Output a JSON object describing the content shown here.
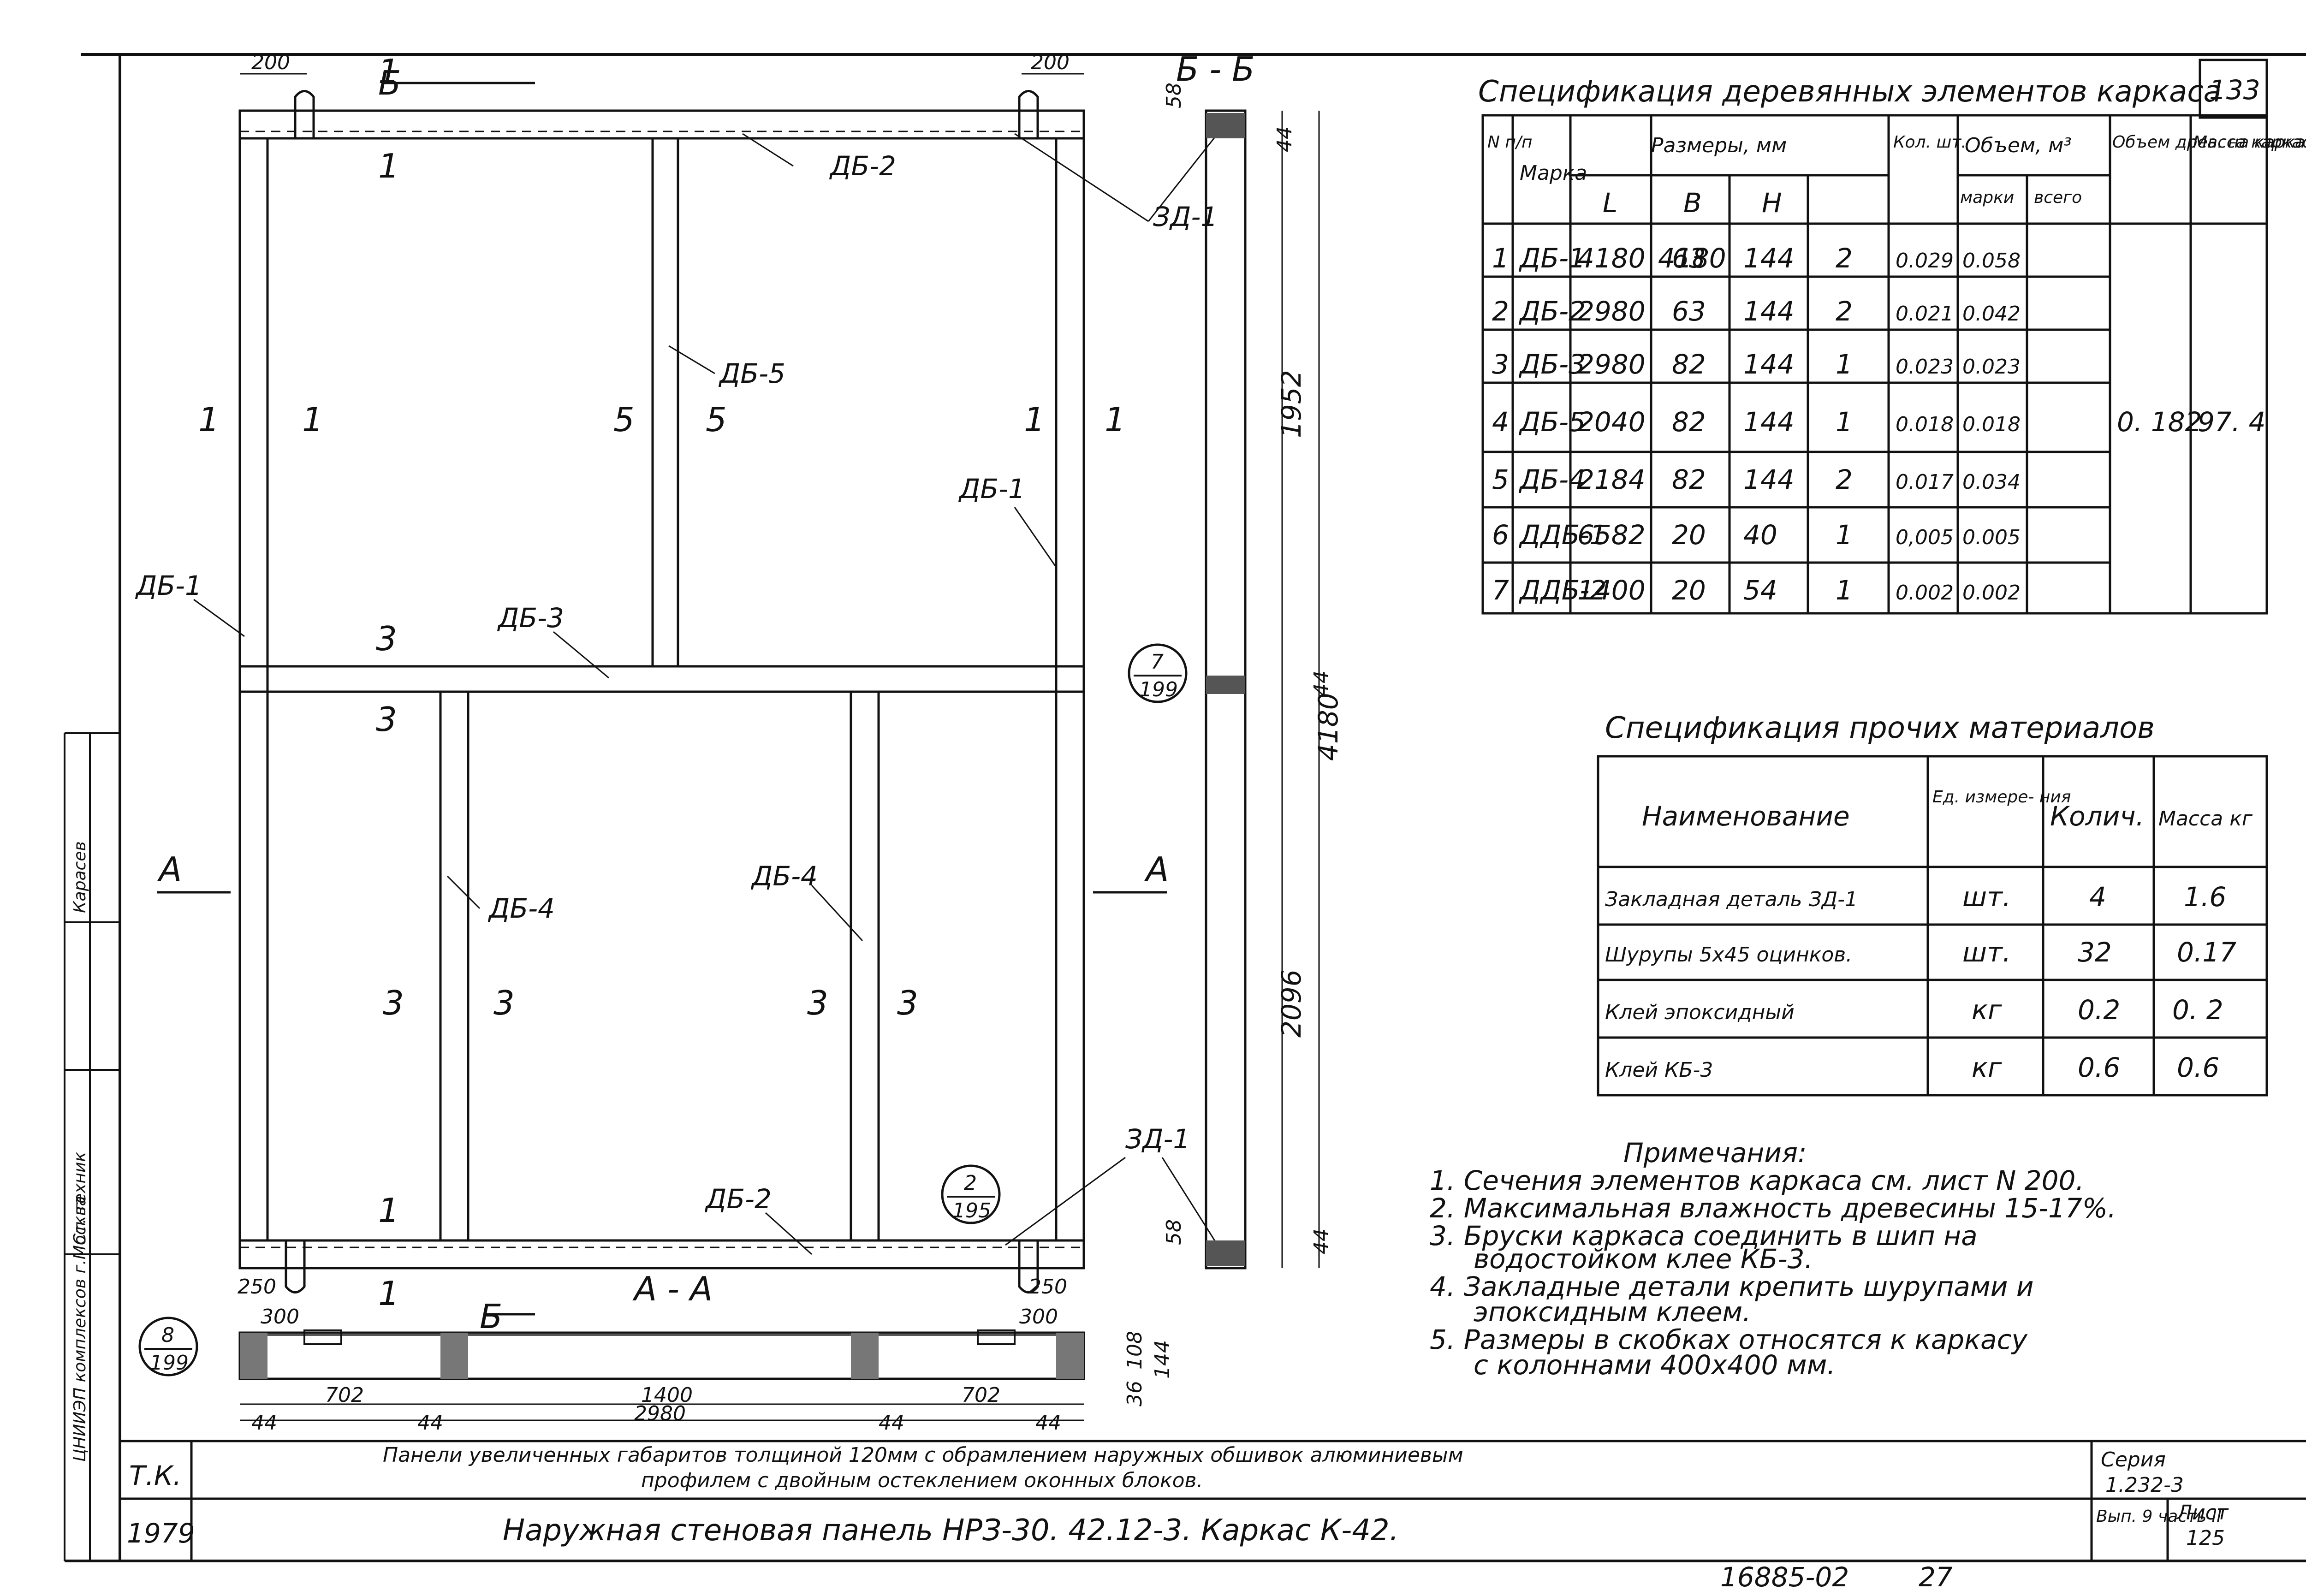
{
  "sheet_number": "133",
  "stamp_number": "16885-02",
  "stamp_page": "27",
  "spec_wood": {
    "title": "Спецификация деревянных элементов каркаса",
    "headers": {
      "num": "N п/п",
      "mark": "Марка",
      "dims": "Размеры, мм",
      "dim_l": "L",
      "dim_b": "B",
      "dim_h": "H",
      "qty": "Кол. шт.",
      "vol": "Объем, м³",
      "vol_mark": "марки",
      "vol_total": "всего",
      "vol_wood": "Объем древ. на каркас",
      "mass": "Масса каркаса, кг"
    },
    "rows": [
      {
        "n": "1",
        "mark": "ДБ-1",
        "l": "4180",
        "b": "63",
        "h": "144",
        "qty": "2",
        "vm": "0.029",
        "vt": "0.058"
      },
      {
        "n": "2",
        "mark": "ДБ-2",
        "l": "2980",
        "b": "63",
        "h": "144",
        "qty": "2",
        "vm": "0.021",
        "vt": "0.042"
      },
      {
        "n": "3",
        "mark": "ДБ-3",
        "l": "2980",
        "b": "82",
        "h": "144",
        "qty": "1",
        "vm": "0.023",
        "vt": "0.023"
      },
      {
        "n": "4",
        "mark": "ДБ-5",
        "l": "2040",
        "b": "82",
        "h": "144",
        "qty": "1",
        "vm": "0.018",
        "vt": "0.018"
      },
      {
        "n": "5",
        "mark": "ДБ-4",
        "l": "2184",
        "b": "82",
        "h": "144",
        "qty": "2",
        "vm": "0.017",
        "vt": "0.034"
      },
      {
        "n": "6",
        "mark": "ДДБ-1",
        "l": "6582",
        "b": "20",
        "h": "40",
        "qty": "1",
        "vm": "0,005",
        "vt": "0.005"
      },
      {
        "n": "7",
        "mark": "ДДБ-2",
        "l": "1400",
        "b": "20",
        "h": "54",
        "qty": "1",
        "vm": "0.002",
        "vt": "0.002"
      }
    ],
    "vol_wood_total": "0. 182",
    "mass_total": "97. 4"
  },
  "spec_other": {
    "title": "Спецификация прочих материалов",
    "headers": {
      "name": "Наименование",
      "unit": "Ед. измере- ния",
      "qty": "Колич.",
      "mass": "Масса кг"
    },
    "rows": [
      {
        "name": "Закладная деталь ЗД-1",
        "unit": "шт.",
        "qty": "4",
        "mass": "1.6"
      },
      {
        "name": "Шурупы 5x45 оцинков.",
        "unit": "шт.",
        "qty": "32",
        "mass": "0.17"
      },
      {
        "name": "Клей эпоксидный",
        "unit": "кг",
        "qty": "0.2",
        "mass": "0. 2"
      },
      {
        "name": "Клей КБ-3",
        "unit": "кг",
        "qty": "0.6",
        "mass": "0.6"
      }
    ]
  },
  "notes": {
    "title": "Примечания:",
    "items": [
      "1. Сечения элементов каркаса см. лист N 200.",
      "2. Максимальная влажность древесины 15-17%.",
      "3. Бруски каркаса соединить в шип на",
      "водостойком клее КБ-3.",
      "4. Закладные детали крепить шурупами и",
      "эпоксидным клеем.",
      "5. Размеры в скобках относятся к каркасу",
      "с колоннами 400x400 мм."
    ]
  },
  "title_block": {
    "org": "Т.К.",
    "year": "1979",
    "subtitle1": "Панели увеличенных габаритов толщиной 120мм с обрамлением наружных обшивок алюминиевым",
    "subtitle2": "профилем с двойным остеклением оконных блоков.",
    "main_title": "Наружная стеновая панель НРЗ-30. 42.12-3. Каркас К-42.",
    "series_label": "Серия",
    "series_value": "1.232-3",
    "issue_label": "Вып. 9 часть II",
    "sheet_label": "Лист",
    "sheet_value": "125"
  },
  "side_stamp": {
    "org": "ЦНИИЭП комплексов г.Москва",
    "role": "Ст. техник",
    "name": "Карасев"
  },
  "drawing": {
    "dim_200_left": "200",
    "dim_200_right": "200",
    "section_b": "Б",
    "section_bb": "Б - Б",
    "section_a": "А",
    "section_aa": "А - А",
    "db1_left": "ДБ-1",
    "db1_right": "ДБ-1",
    "db2_top": "ДБ-2",
    "db2_bottom": "ДБ-2",
    "db3": "ДБ-3",
    "db4_left": "ДБ-4",
    "db4_right": "ДБ-4",
    "db5": "ДБ-5",
    "zd1_top": "ЗД-1",
    "zd1_bottom": "ЗД-1",
    "sec_1": "1",
    "sec_3": "3",
    "sec_5": "5",
    "ref_7_199_a": "7",
    "ref_7_199_b": "199",
    "ref_2_195_a": "2",
    "ref_2_195_b": "195",
    "ref_8_199_a": "8",
    "ref_8_199_b": "199",
    "dim_1952": "1952",
    "dim_2096": "2096",
    "dim_4180": "4180",
    "dim_44": "44",
    "dim_58": "58",
    "dim_250": "250",
    "dim_300": "300",
    "dim_702": "702",
    "dim_1400": "1400",
    "dim_2980": "2980",
    "dim_108": "108",
    "dim_144": "144",
    "dim_36": "36"
  }
}
